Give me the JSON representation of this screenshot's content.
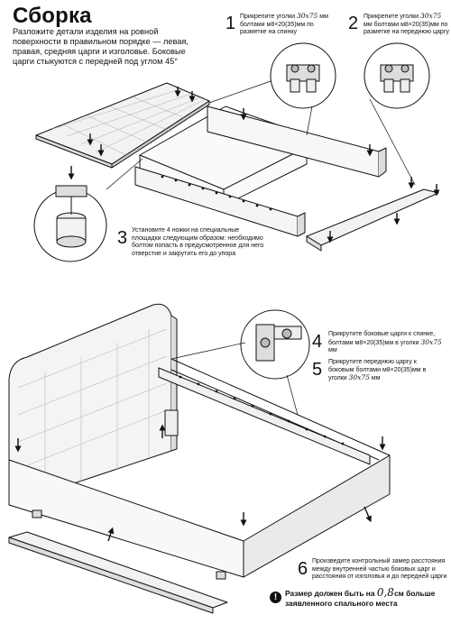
{
  "title": "Сборка",
  "intro": "Разложите детали изделия на ровной поверхности в правильном порядке — левая, правая, средняя царги и изголовье. Боковые царги стыкуются с передней под углом 45°",
  "steps": [
    {
      "num": "1",
      "pre": "Прикрепите уголки ",
      "hand": "30х75",
      "post": " мм болтами м8×20(35)мм по разметке на спинку"
    },
    {
      "num": "2",
      "pre": "Прикрепите уголки ",
      "hand": "30х75",
      "post": " мм болтами м8×20(35)мм по разметке на переднюю царгу"
    },
    {
      "num": "3",
      "text": "Установите 4 ножки на специальные площадки следующим образом: необходимо болтом попасть в предусмотренное для него отверстие и закрутить его до упора"
    },
    {
      "num": "4",
      "pre": "Прикрутите боковые царги к спинке, болтами м8×20(35)мм в уголки ",
      "hand": "30х75",
      "post": " мм"
    },
    {
      "num": "5",
      "pre": "Прикрутите переднюю царгу к боковым болтами м8×20(35)мм в уголки ",
      "hand": "30х75",
      "post": " мм"
    },
    {
      "num": "6",
      "text": "Произведите контрольный замер расстояния между внутренней частью боковых царг и расстояния от изголовья и до передней царги"
    }
  ],
  "warning": {
    "icon": "!",
    "pre": "Размер должен быть на ",
    "hand": "0,8",
    "post": "см больше заявленного спального места"
  }
}
